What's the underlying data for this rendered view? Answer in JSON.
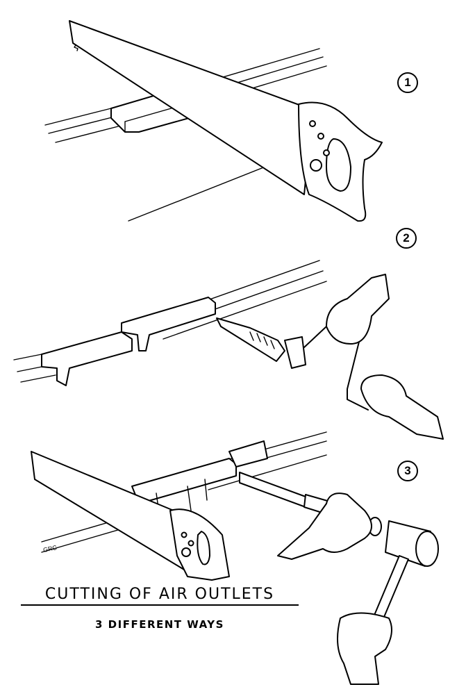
{
  "figure": {
    "step_labels": [
      "1",
      "2",
      "3"
    ],
    "title": "CUTTING OF AIR OUTLETS",
    "subtitle": "3 DIFFERENT WAYS",
    "signature": "GRC"
  }
}
